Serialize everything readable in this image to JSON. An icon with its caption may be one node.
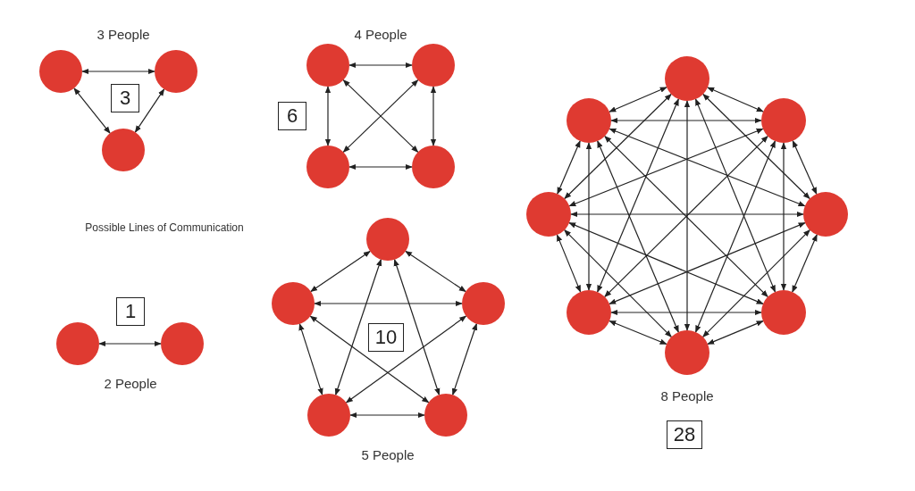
{
  "diagram": {
    "nodes": [
      {
        "text": [],
        "shape": "circle"
      },
      {
        "text": [],
        "shape": "circle"
      },
      {
        "text": [],
        "shape": "circle"
      },
      {
        "text": [
          "3"
        ]
      },
      {
        "text": [],
        "shape": "circle"
      },
      {
        "text": [],
        "shape": "circle"
      },
      {
        "text": [],
        "shape": "circle"
      },
      {
        "text": [],
        "shape": "circle"
      },
      {
        "text": [
          "6"
        ]
      },
      {
        "text": [],
        "shape": "circle"
      },
      {
        "text": [],
        "shape": "circle"
      },
      {
        "text": [],
        "shape": "circle"
      },
      {
        "text": [],
        "shape": "circle"
      },
      {
        "text": [],
        "shape": "circle"
      },
      {
        "text": [],
        "shape": "circle"
      },
      {
        "text": [],
        "shape": "circle"
      },
      {
        "text": [],
        "shape": "circle"
      },
      {
        "text": [
          "28"
        ]
      },
      {
        "text": [],
        "shape": "circle"
      },
      {
        "text": [],
        "shape": "circle"
      },
      {
        "text": [
          "1"
        ]
      },
      {
        "text": [],
        "shape": "circle"
      },
      {
        "text": [],
        "shape": "circle"
      },
      {
        "text": [],
        "shape": "circle"
      },
      {
        "text": [],
        "shape": "circle"
      },
      {
        "text": [],
        "shape": "circle"
      },
      {
        "text": [
          "10"
        ]
      }
    ],
    "edges": [
      {
        "from": 0,
        "to": 1,
        "arrow": "both"
      },
      {
        "from": 0,
        "to": 2,
        "arrow": "both"
      },
      {
        "from": 1,
        "to": 2,
        "arrow": "both"
      },
      {
        "from": 4,
        "to": 5,
        "arrow": "both"
      },
      {
        "from": 4,
        "to": 6,
        "arrow": "both"
      },
      {
        "from": 4,
        "to": 7,
        "arrow": "both"
      },
      {
        "from": 5,
        "to": 6,
        "arrow": "both"
      },
      {
        "from": 5,
        "to": 7,
        "arrow": "both"
      },
      {
        "from": 6,
        "to": 7,
        "arrow": "both"
      },
      {
        "from": 9,
        "to": 10,
        "arrow": "both"
      },
      {
        "from": 9,
        "to": 11,
        "arrow": "both"
      },
      {
        "from": 9,
        "to": 12,
        "arrow": "both"
      },
      {
        "from": 9,
        "to": 13,
        "arrow": "both"
      },
      {
        "from": 9,
        "to": 14,
        "arrow": "both"
      },
      {
        "from": 9,
        "to": 15,
        "arrow": "both"
      },
      {
        "from": 9,
        "to": 16,
        "arrow": "both"
      },
      {
        "from": 10,
        "to": 11,
        "arrow": "both"
      },
      {
        "from": 10,
        "to": 12,
        "arrow": "both"
      },
      {
        "from": 10,
        "to": 13,
        "arrow": "both"
      },
      {
        "from": 10,
        "to": 14,
        "arrow": "both"
      },
      {
        "from": 10,
        "to": 15,
        "arrow": "both"
      },
      {
        "from": 10,
        "to": 16,
        "arrow": "both"
      },
      {
        "from": 11,
        "to": 12,
        "arrow": "both"
      },
      {
        "from": 11,
        "to": 13,
        "arrow": "both"
      },
      {
        "from": 11,
        "to": 14,
        "arrow": "both"
      },
      {
        "from": 11,
        "to": 15,
        "arrow": "both"
      },
      {
        "from": 11,
        "to": 16,
        "arrow": "both"
      },
      {
        "from": 12,
        "to": 13,
        "arrow": "both"
      },
      {
        "from": 12,
        "to": 14,
        "arrow": "both"
      },
      {
        "from": 12,
        "to": 15,
        "arrow": "both"
      },
      {
        "from": 12,
        "to": 16,
        "arrow": "both"
      },
      {
        "from": 13,
        "to": 14,
        "arrow": "both"
      },
      {
        "from": 13,
        "to": 15,
        "arrow": "both"
      },
      {
        "from": 13,
        "to": 16,
        "arrow": "both"
      },
      {
        "from": 14,
        "to": 15,
        "arrow": "both"
      },
      {
        "from": 14,
        "to": 16,
        "arrow": "both"
      },
      {
        "from": 15,
        "to": 16,
        "arrow": "both"
      },
      {
        "from": 18,
        "to": 19,
        "arrow": "both"
      },
      {
        "from": 21,
        "to": 22,
        "arrow": "both"
      },
      {
        "from": 21,
        "to": 23,
        "arrow": "both"
      },
      {
        "from": 21,
        "to": 24,
        "arrow": "both"
      },
      {
        "from": 21,
        "to": 25,
        "arrow": "both"
      },
      {
        "from": 22,
        "to": 23,
        "arrow": "both"
      },
      {
        "from": 22,
        "to": 24,
        "arrow": "both"
      },
      {
        "from": 22,
        "to": 25,
        "arrow": "both"
      },
      {
        "from": 23,
        "to": 24,
        "arrow": "both"
      },
      {
        "from": 23,
        "to": 25,
        "arrow": "both"
      },
      {
        "from": 24,
        "to": 25,
        "arrow": "both"
      }
    ],
    "labels": [
      "3 People",
      "4 People",
      "Possible Lines of Communication",
      "2 People",
      "5 People",
      "8 People"
    ]
  }
}
